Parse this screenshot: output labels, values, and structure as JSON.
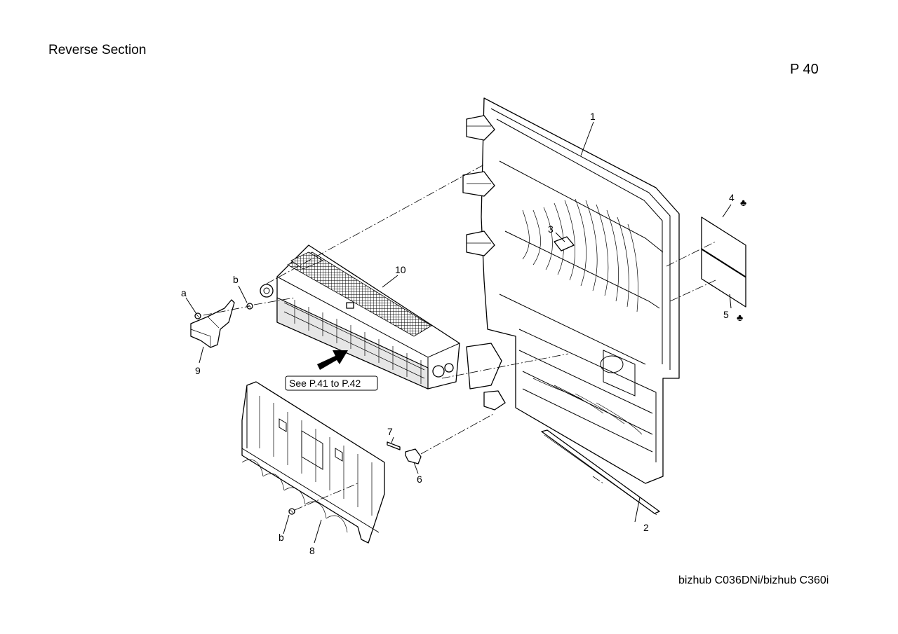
{
  "header": {
    "title": "Reverse Section",
    "page_number": "P 40"
  },
  "footer": {
    "model": "bizhub C036DNi/bizhub C360i"
  },
  "callouts": {
    "c1": "1",
    "c2": "2",
    "c3": "3",
    "c4": "4",
    "c5": "5",
    "c6": "6",
    "c7": "7",
    "c8": "8",
    "c9": "9",
    "c10": "10",
    "ca": "a",
    "cb1": "b",
    "cb2": "b",
    "club4": "♣",
    "club5": "♣"
  },
  "reference": {
    "label": "See P.41 to P.42"
  }
}
